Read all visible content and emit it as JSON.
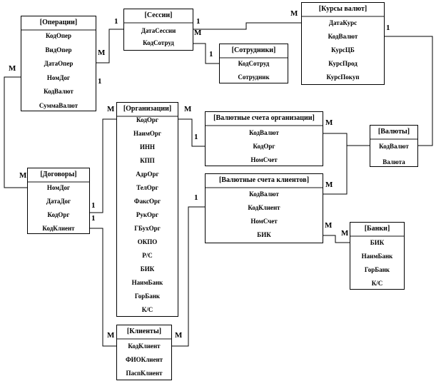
{
  "entities": {
    "operations": {
      "title": "[Операции]",
      "fields": [
        "КодОпер",
        "ВидОпер",
        "ДатаОпер",
        "НомДог",
        "КодВалют",
        "СуммаВалют"
      ]
    },
    "sessions": {
      "title": "[Сессии]",
      "fields": [
        "ДатаСессии",
        "КодСотруд"
      ]
    },
    "employees": {
      "title": "[Сотрудники]",
      "fields": [
        "КодСотруд",
        "Сотрудник"
      ]
    },
    "rates": {
      "title": "[Курсы валют]",
      "fields": [
        "ДатаКурс",
        "КодВалют",
        "КурсЦБ",
        "КурсПрод",
        "КурсПокуп"
      ]
    },
    "organizations": {
      "title": "[Организации]",
      "fields": [
        "КодОрг",
        "НаимОрг",
        "ИНН",
        "КПП",
        "АдрОрг",
        "ТелОрг",
        "ФаксОрг",
        "РукОрг",
        "ГБухОрг",
        "ОКПО",
        "Р/С",
        "БИК",
        "НаимБанк",
        "ГорБанк",
        "К/С"
      ]
    },
    "contracts": {
      "title": "[Договоры]",
      "fields": [
        "НомДог",
        "ДатаДог",
        "КодОрг",
        "КодКлиент"
      ]
    },
    "org_accounts": {
      "title": "[Валютные счета организации]",
      "fields": [
        "КодВалют",
        "КодОрг",
        "НомСчет"
      ]
    },
    "client_accounts": {
      "title": "[Валютные счета клиентов]",
      "fields": [
        "КодВалют",
        "КодКлиент",
        "НомСчет",
        "БИК"
      ]
    },
    "currencies": {
      "title": "[Валюты]",
      "fields": [
        "КодВалют",
        "Валюта"
      ]
    },
    "banks": {
      "title": "[Банки]",
      "fields": [
        "БИК",
        "НаимБанк",
        "ГорБанк",
        "К/С"
      ]
    },
    "clients": {
      "title": "[Клиенты]",
      "fields": [
        "КодКлиент",
        "ФИОКлиент",
        "ПаспКлиент"
      ]
    }
  },
  "cardinalities": [
    "М",
    "1",
    "1",
    "М",
    "М",
    "1",
    "1",
    "М",
    "М",
    "1",
    "М",
    "1",
    "М",
    "М",
    "1",
    "М",
    "1",
    "М",
    "М",
    "М",
    "М",
    "1"
  ]
}
